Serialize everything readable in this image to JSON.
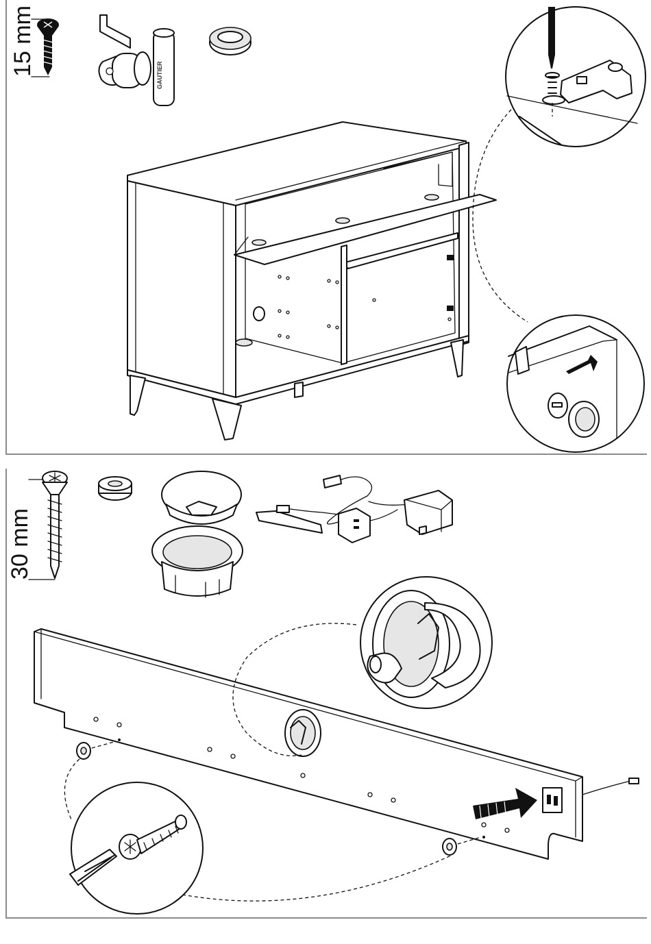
{
  "step_1": {
    "screw_length_label": "15 mm",
    "cam_lock_brand": "GAUTIER",
    "icons": [
      "countersunk-screw-15mm-icon",
      "cam-lock-key-icon",
      "grommet-ring-icon",
      "cabinet-drawing",
      "hinge-screw-detail-icon",
      "grommet-insert-detail-icon"
    ]
  },
  "step_2": {
    "screw_length_label": "30 mm",
    "icons": [
      "pozidriv-screw-30mm-icon",
      "small-ring-icon",
      "cable-grommet-cap-icon",
      "cable-grommet-base-icon",
      "led-cable-kit-icon",
      "power-adapter-icon",
      "back-panel-drawing",
      "grommet-rotate-detail-icon",
      "screwdriver-detail-icon",
      "socket-insert-arrow-icon"
    ]
  }
}
